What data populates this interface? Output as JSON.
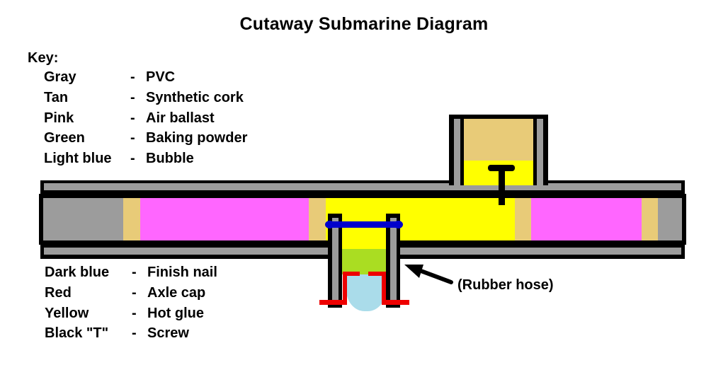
{
  "title": "Cutaway Submarine Diagram",
  "key": {
    "heading": "Key:",
    "separator": "-",
    "rows": [
      {
        "color": "Gray",
        "dash": "-",
        "item": "PVC"
      },
      {
        "color": "Tan",
        "dash": "-",
        "item": "Synthetic cork"
      },
      {
        "color": "Pink",
        "dash": "-",
        "item": "Air ballast"
      },
      {
        "color": "Green",
        "dash": "-",
        "item": "Baking powder"
      },
      {
        "color": "Light blue",
        "dash": "-",
        "item": "Bubble"
      }
    ]
  },
  "legend_bottom": {
    "rows": [
      {
        "color": "Dark blue",
        "dash": "-",
        "item": "Finish nail"
      },
      {
        "color": "Red",
        "dash": "-",
        "item": "Axle cap"
      },
      {
        "color": "Yellow",
        "dash": "-",
        "item": "Hot glue"
      },
      {
        "color": "Black \"T\"",
        "dash": "-",
        "item": "Screw"
      }
    ]
  },
  "annotation": {
    "rubber_hose": "(Rubber hose)"
  },
  "colors": {
    "outline": "#000000",
    "pvc_gray": "#9c9c9c",
    "synthetic_cork_tan": "#e8cb78",
    "air_ballast_pink": "#ff66ff",
    "hot_glue_yellow": "#ffff00",
    "baking_powder_green": "#aadd22",
    "axle_cap_red": "#ee0000",
    "finish_nail_blue": "#0000cc",
    "bubble_light_blue": "#aadcea",
    "background": "#ffffff"
  },
  "parts": {
    "hull": "main-hull-body",
    "top_rail": "upper-pvc-rail",
    "bottom_rail": "lower-pvc-rail",
    "conning_tower": "conning-tower",
    "ballast_tube": "vertical-rubber-hose-tube",
    "screw": "black-t-screw",
    "nail": "dark-blue-finish-nail",
    "cap": "red-axle-cap",
    "bubble": "light-blue-bubble"
  }
}
